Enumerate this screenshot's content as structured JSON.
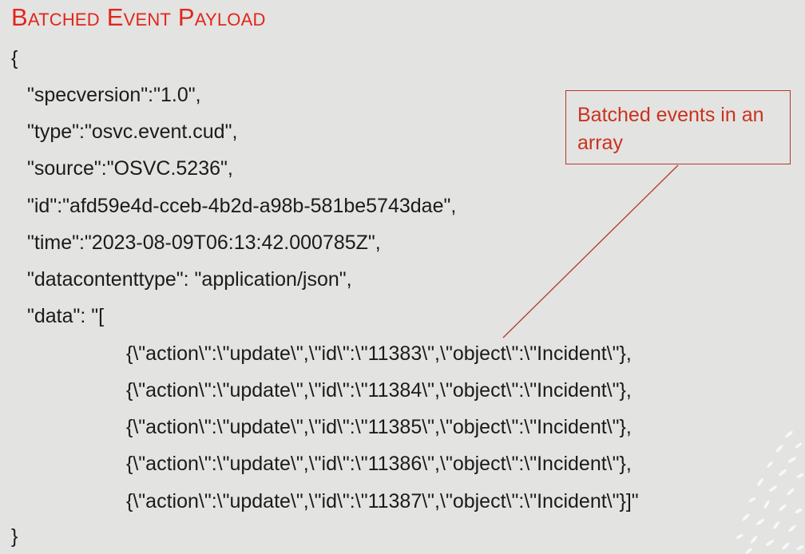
{
  "title": "Batched Event Payload",
  "callout": {
    "text": "Batched events in an array"
  },
  "code_lines": [
    "{",
    "\"specversion\":\"1.0\",",
    "\"type\":\"osvc.event.cud\",",
    "\"source\":\"OSVC.5236\",",
    "\"id\":\"afd59e4d-cceb-4b2d-a98b-581be5743dae\",",
    "\"time\":\"2023-08-09T06:13:42.000785Z\",",
    "\"datacontenttype\": \"application/json\",",
    "\"data\": \"[",
    "{\\\"action\\\":\\\"update\\\",\\\"id\\\":\\\"11383\\\",\\\"object\\\":\\\"Incident\\\"},",
    "{\\\"action\\\":\\\"update\\\",\\\"id\\\":\\\"11384\\\",\\\"object\\\":\\\"Incident\\\"},",
    "{\\\"action\\\":\\\"update\\\",\\\"id\\\":\\\"11385\\\",\\\"object\\\":\\\"Incident\\\"},",
    "{\\\"action\\\":\\\"update\\\",\\\"id\\\":\\\"11386\\\",\\\"object\\\":\\\"Incident\\\"},",
    "{\\\"action\\\":\\\"update\\\",\\\"id\\\":\\\"11387\\\",\\\"object\\\":\\\"Incident\\\"}]\"",
    "}"
  ],
  "colors": {
    "title": "#e0261c",
    "callout_text": "#c9331f",
    "callout_border": "#b4392e",
    "background": "#e3e3e1"
  }
}
